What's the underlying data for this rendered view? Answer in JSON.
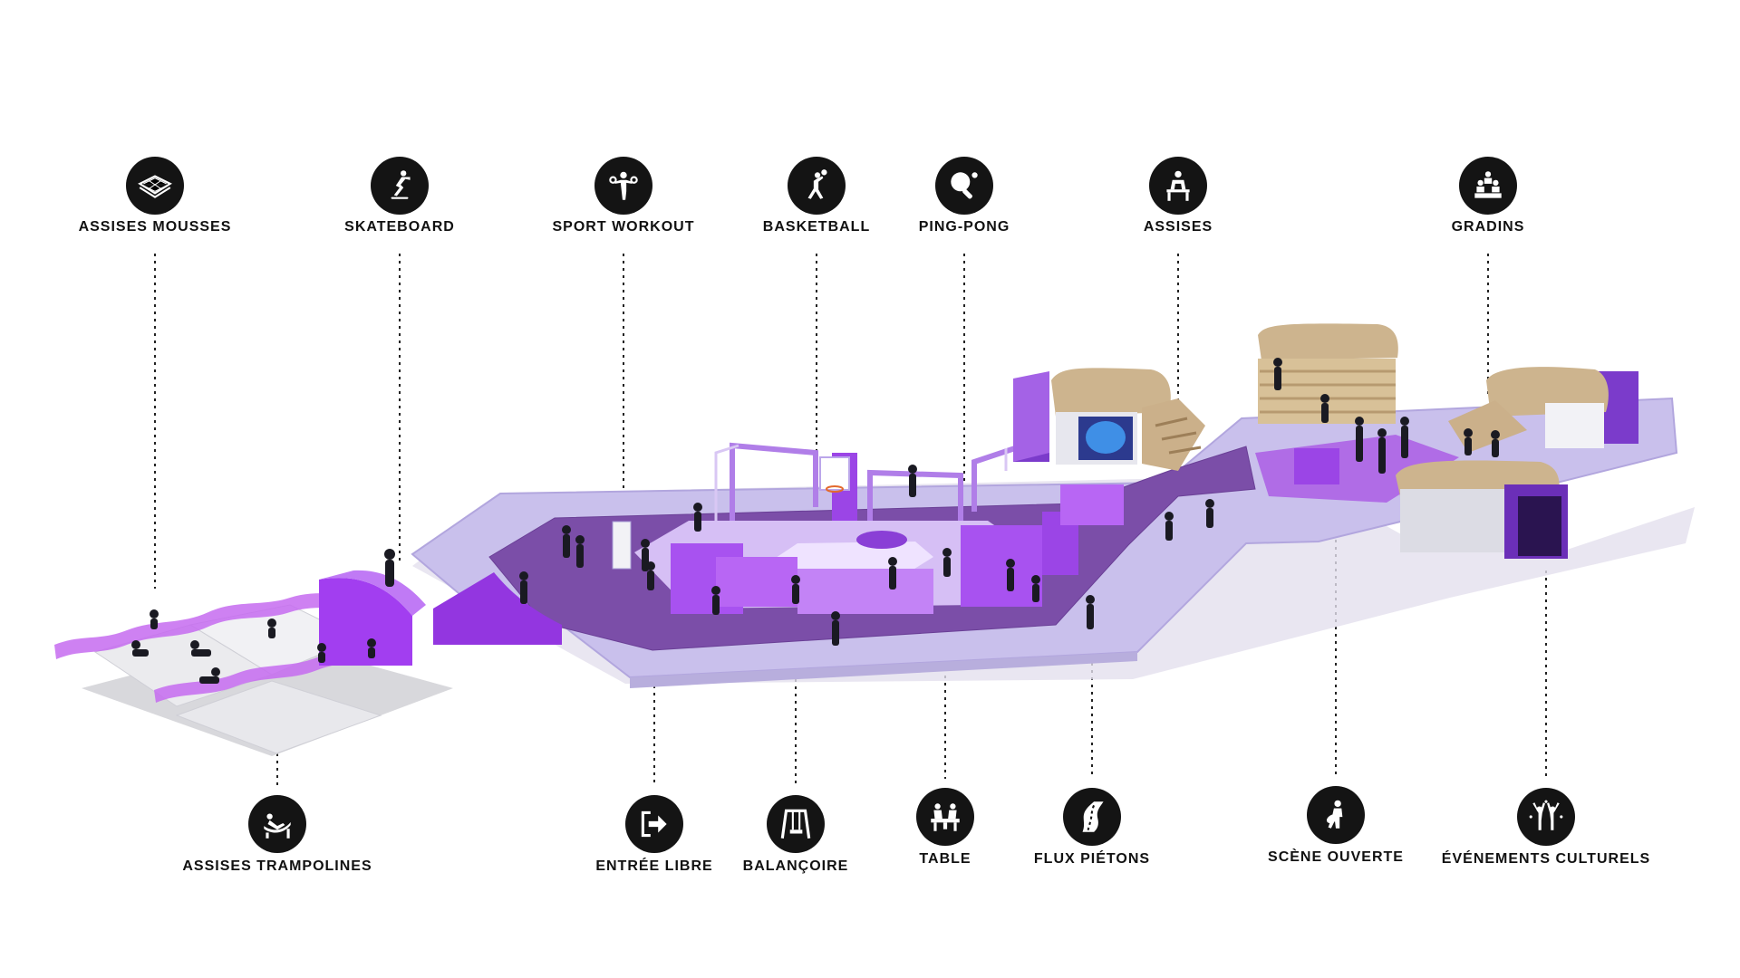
{
  "labels": {
    "assises_mousses": "ASSISES MOUSSES",
    "skateboard": "SKATEBOARD",
    "sport_workout": "SPORT WORKOUT",
    "basketball": "BASKETBALL",
    "ping_pong": "PING-PONG",
    "assises": "ASSISES",
    "gradins": "GRADINS",
    "assises_trampolines": "ASSISES TRAMPOLINES",
    "entree_libre": "ENTRÉE LIBRE",
    "balancoire": "BALANÇOIRE",
    "table": "TABLE",
    "flux_pietons": "FLUX PIÉTONS",
    "scene_ouverte": "SCÈNE OUVERTE",
    "evenements_culturels": "ÉVÉNEMENTS CULTURELS"
  },
  "icons": {
    "assises_mousses": "foam-cushion-icon",
    "skateboard": "skateboarder-icon",
    "sport_workout": "gymnast-rings-icon",
    "basketball": "basketball-player-icon",
    "ping_pong": "ping-pong-paddle-icon",
    "assises": "seated-person-icon",
    "gradins": "audience-icon",
    "assises_trampolines": "trampoline-icon",
    "entree_libre": "exit-door-icon",
    "balancoire": "swing-icon",
    "table": "table-people-icon",
    "flux_pietons": "road-icon",
    "scene_ouverte": "guitar-player-icon",
    "evenements_culturels": "celebration-icon"
  },
  "colors": {
    "icon_background": "#141414",
    "platform": "#c9c0ec",
    "plaza": "#7b4ea8",
    "accent": "#a23ef0",
    "wood": "#cdb48e"
  }
}
